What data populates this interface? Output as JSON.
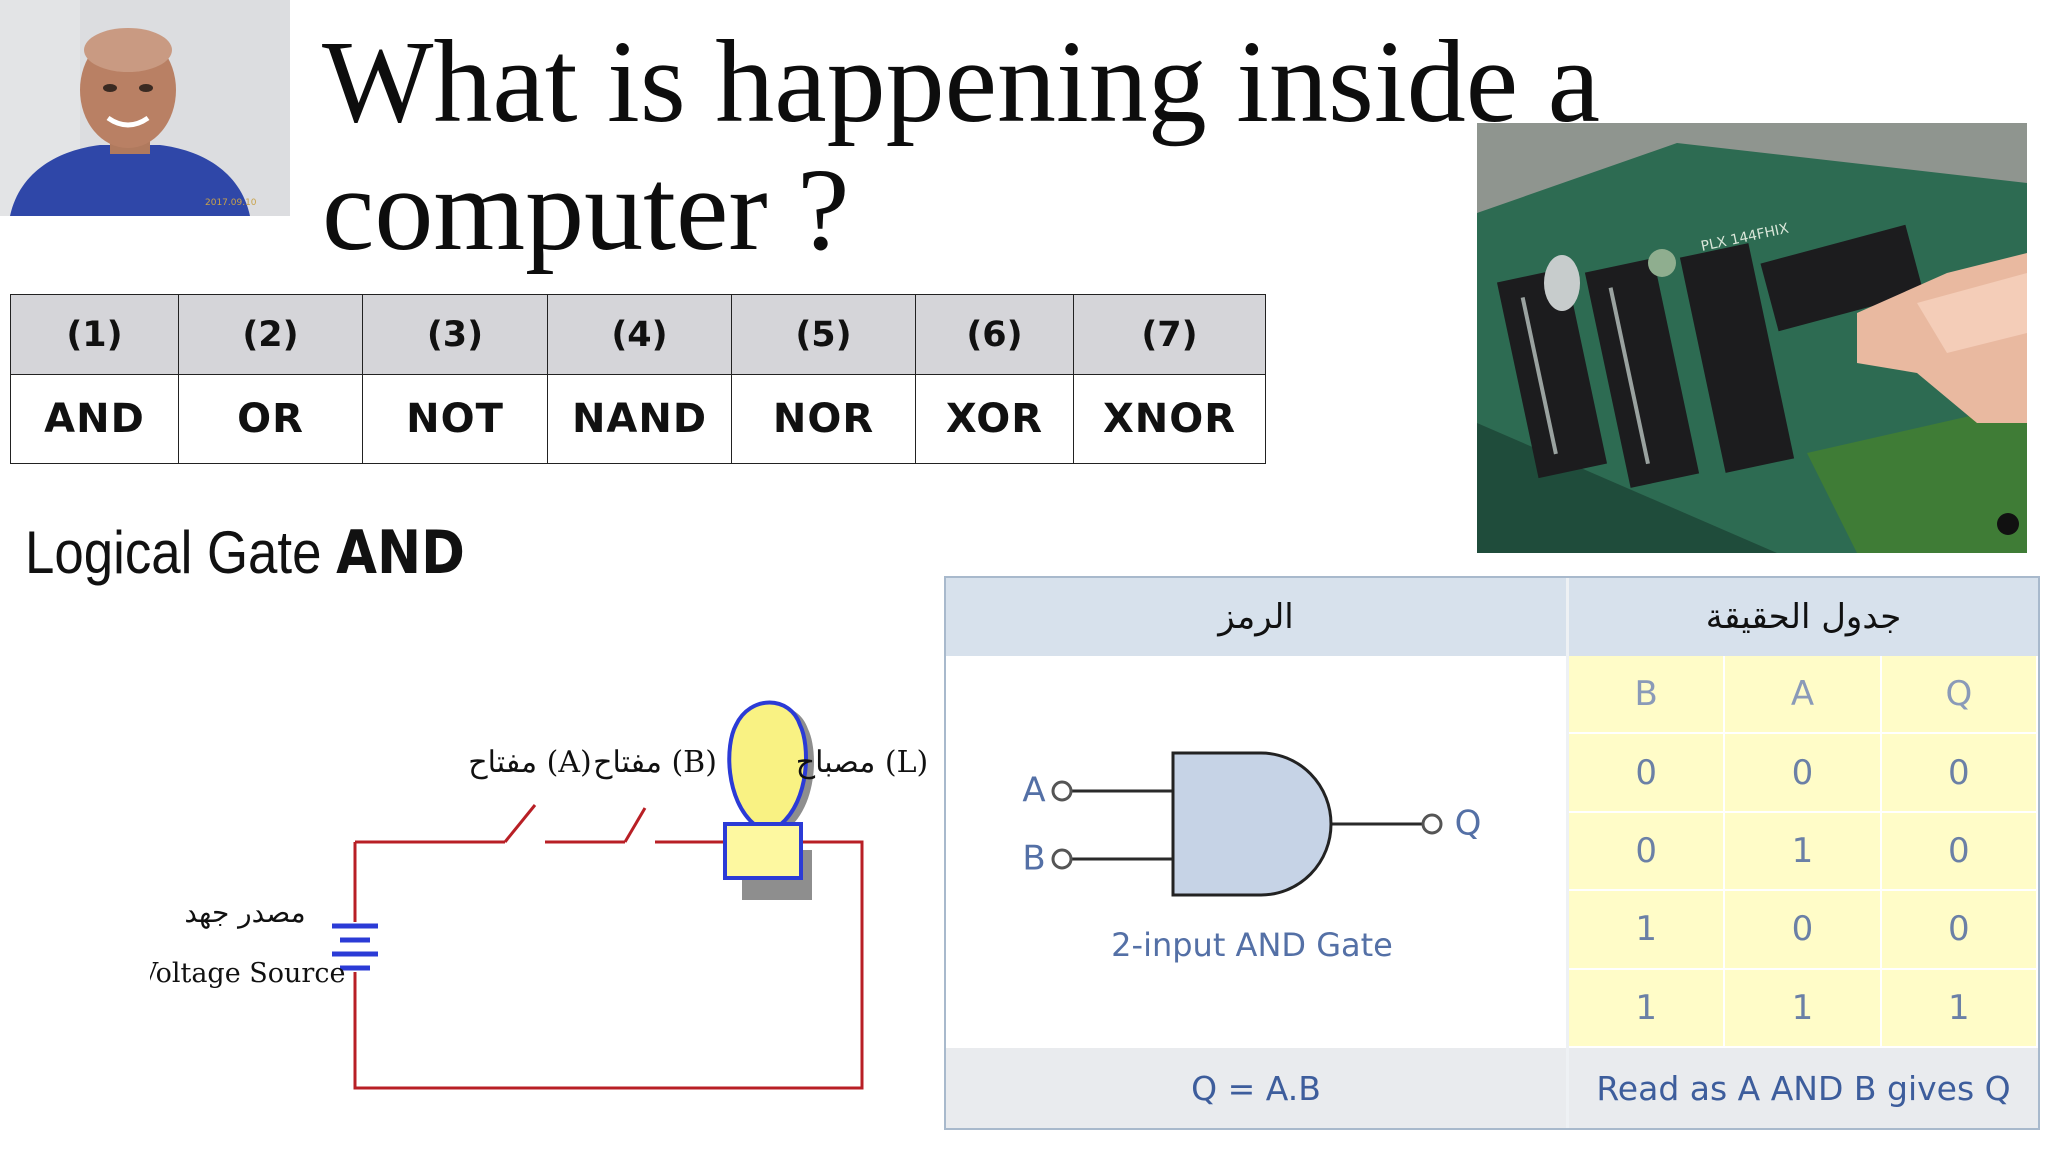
{
  "slide": {
    "title_line1": "What is happening inside a",
    "title_line2": "computer ?",
    "webcam_timestamp": "2017.09.10"
  },
  "gates_table": {
    "numbers": [
      "(1)",
      "(2)",
      "(3)",
      "(4)",
      "(5)",
      "(6)",
      "(7)"
    ],
    "names": [
      "AND",
      "OR",
      "NOT",
      "NAND",
      "NOR",
      "XOR",
      "XNOR"
    ]
  },
  "photo": {
    "chip_label": "PLX 144FHIX"
  },
  "logical_gate": {
    "prefix": "Logical Gate",
    "name": "AND"
  },
  "circuit": {
    "switch_a": "مفتاح (A)",
    "switch_b": "مفتاح (B)",
    "lamp": "مصباح (L)",
    "source_ar": "مصدر جهد",
    "source_en": "Voltage Source",
    "colors": {
      "wire": "#b81f25",
      "battery": "#2b3bd6",
      "lamp_bulb": "#f9f283",
      "lamp_base": "#fdf8a0"
    }
  },
  "panel": {
    "symbol_header": "الرمز",
    "truth_header": "جدول الحقيقة",
    "input_a": "A",
    "input_b": "B",
    "output_q": "Q",
    "caption": "2-input AND Gate",
    "expression": "Q = A.B",
    "read_as": "Read as A AND B gives Q",
    "columns": [
      "B",
      "A",
      "Q"
    ],
    "rows": [
      [
        "0",
        "0",
        "0"
      ],
      [
        "0",
        "1",
        "0"
      ],
      [
        "1",
        "0",
        "0"
      ],
      [
        "1",
        "1",
        "1"
      ]
    ],
    "colors": {
      "gate_fill": "#c6d3e6",
      "label": "#5470a6"
    }
  }
}
